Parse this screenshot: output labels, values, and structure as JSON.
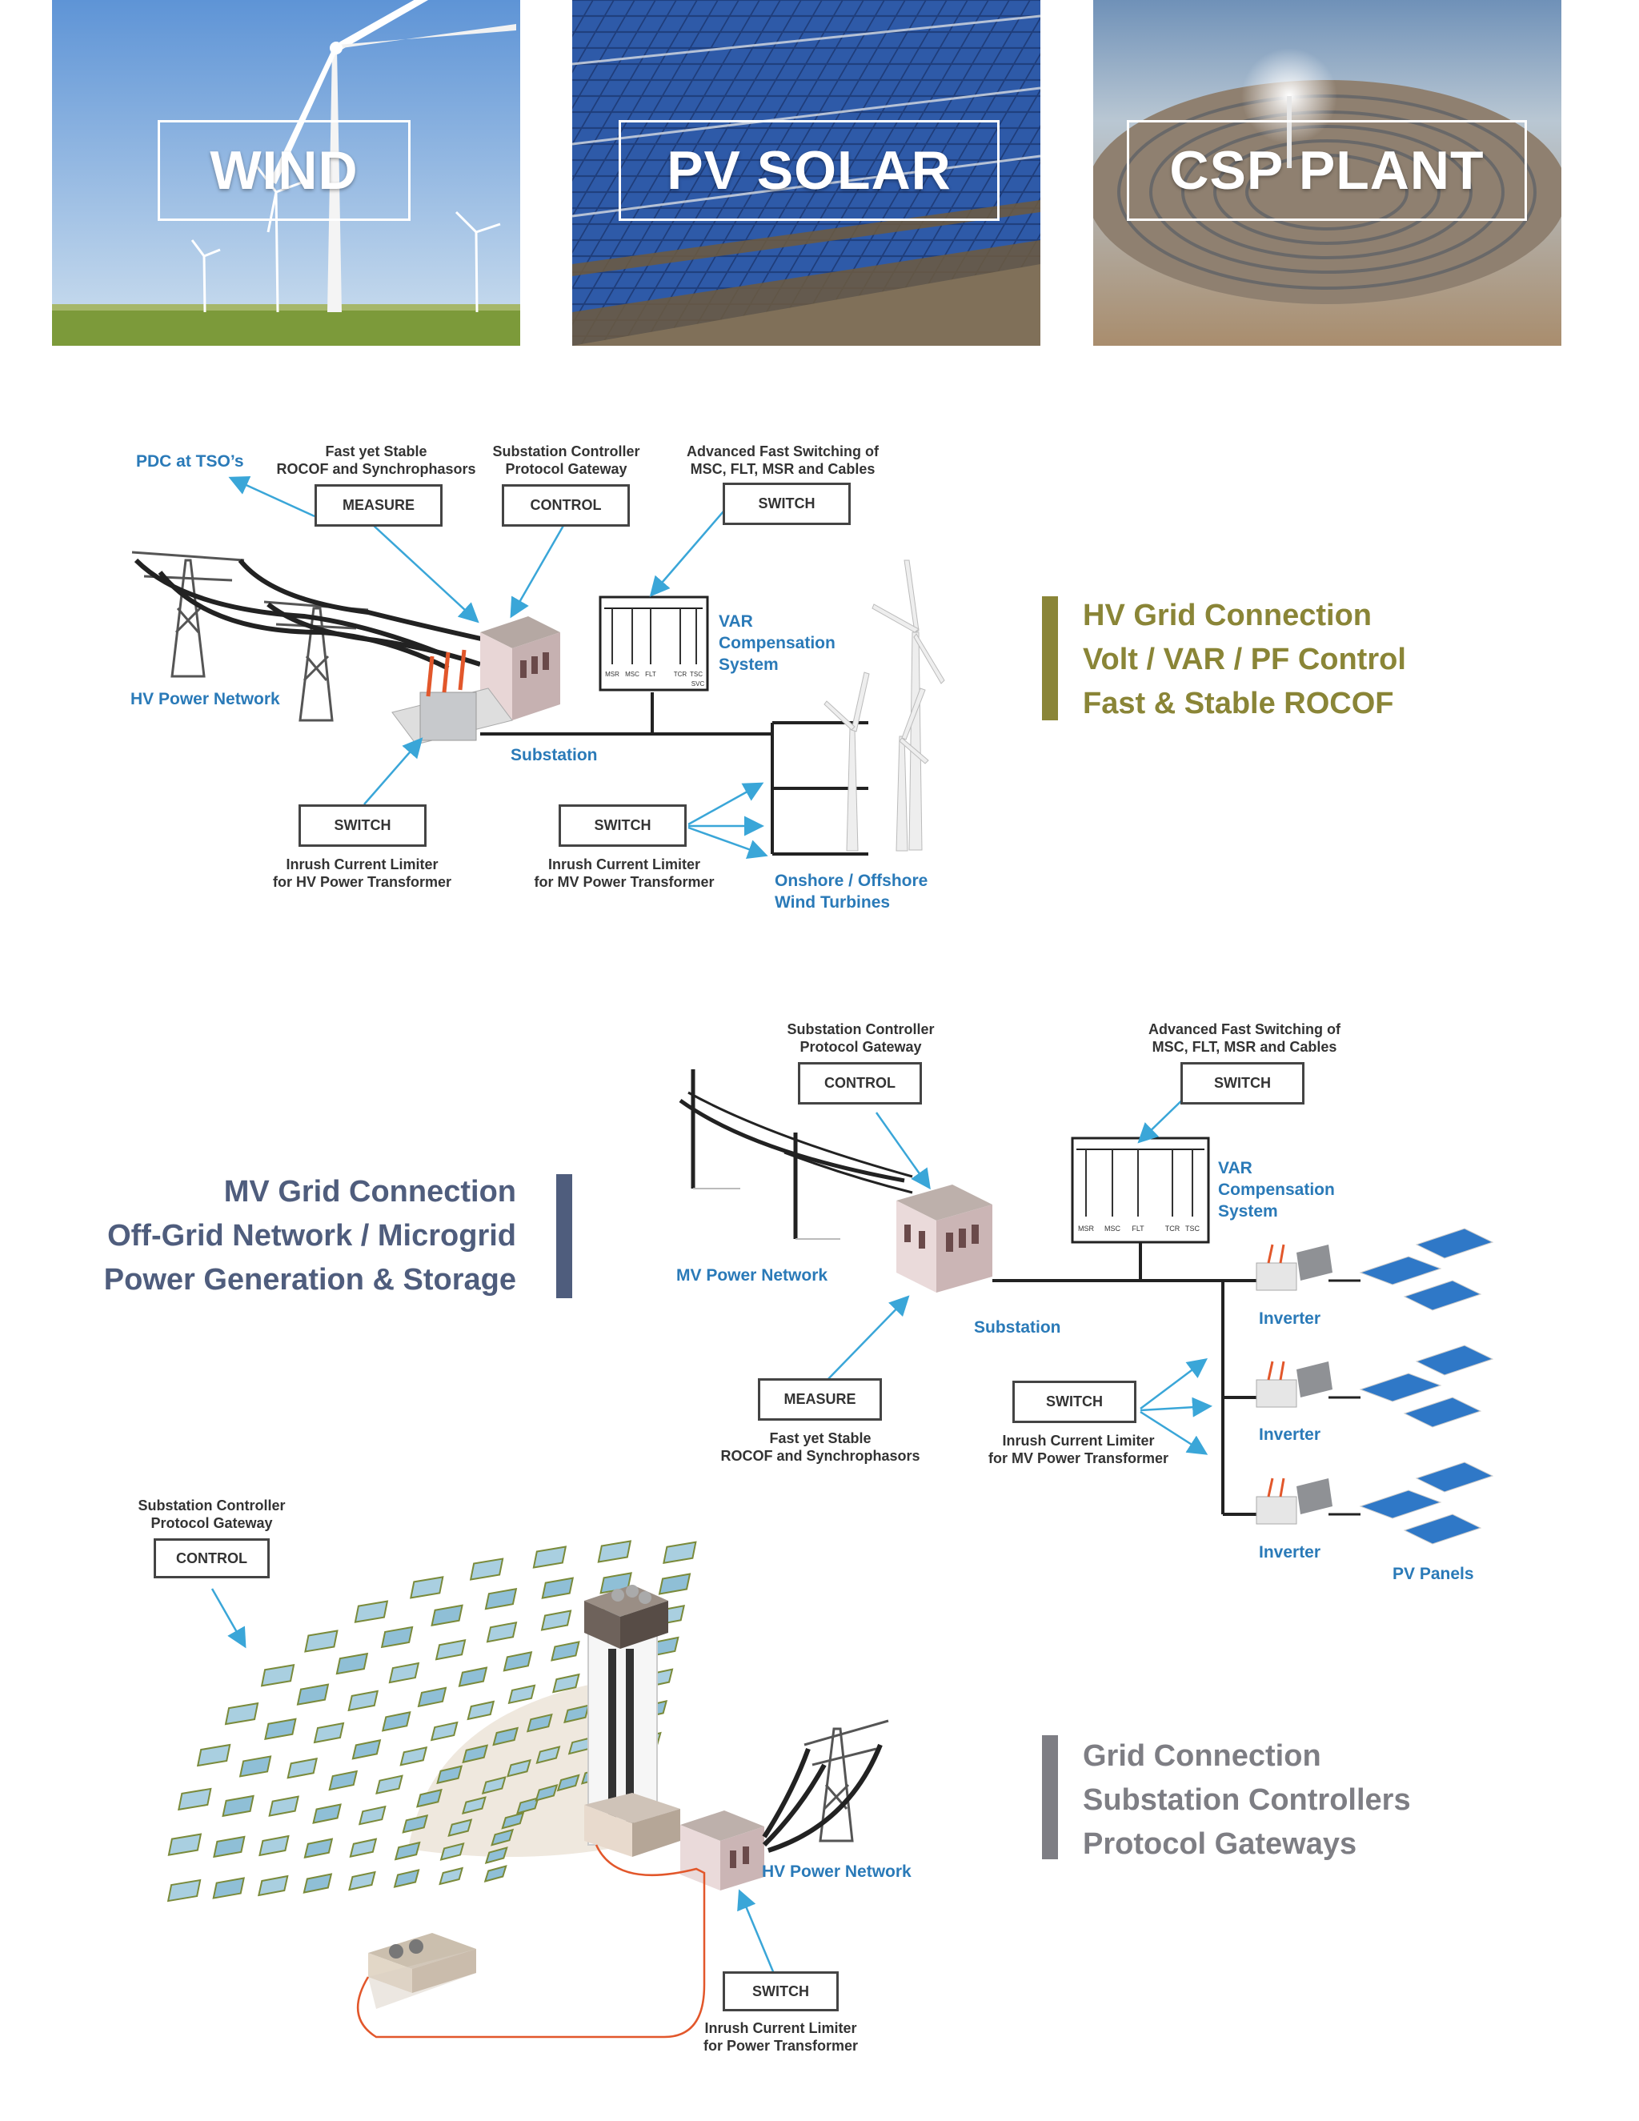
{
  "tiles": [
    {
      "label": "WIND"
    },
    {
      "label": "PV SOLAR"
    },
    {
      "label": "CSP PLANT"
    }
  ],
  "hv": {
    "pdc": "PDC at TSO’s",
    "measure_caption": "Fast yet Stable\nROCOF and Synchrophasors",
    "measure_btn": "MEASURE",
    "control_caption": "Substation Controller\nProtocol Gateway",
    "control_btn": "CONTROL",
    "switch_top_caption": "Advanced Fast Switching of\nMSC, FLT, MSR and Cables",
    "switch_top_btn": "SWITCH",
    "var_label": "VAR\nCompensation\nSystem",
    "svc_tags": [
      "MSR",
      "MSC",
      "FLT",
      "TCR",
      "TSC"
    ],
    "svc": "SVC",
    "network": "HV Power Network",
    "substation": "Substation",
    "switch_hv_btn": "SWITCH",
    "switch_hv_caption": "Inrush Current Limiter\nfor HV Power Transformer",
    "switch_mv_btn": "SWITCH",
    "switch_mv_caption": "Inrush Current Limiter\nfor MV Power Transformer",
    "turbines": "Onshore / Offshore\nWind Turbines",
    "features": [
      "HV Grid Connection",
      "Volt / VAR / PF Control",
      "Fast & Stable ROCOF"
    ]
  },
  "mv": {
    "features": [
      "MV Grid Connection",
      "Off-Grid Network / Microgrid",
      "Power Generation & Storage"
    ],
    "control_caption": "Substation Controller\nProtocol Gateway",
    "control_btn": "CONTROL",
    "switch_top_caption": "Advanced Fast Switching of\nMSC, FLT, MSR and Cables",
    "switch_top_btn": "SWITCH",
    "var_label": "VAR\nCompensation\nSystem",
    "svc_tags": [
      "MSR",
      "MSC",
      "FLT",
      "TCR",
      "TSC"
    ],
    "network": "MV Power Network",
    "substation": "Substation",
    "measure_btn": "MEASURE",
    "measure_caption": "Fast yet Stable\nROCOF and Synchrophasors",
    "switch_btn": "SWITCH",
    "switch_caption": "Inrush Current Limiter\nfor MV Power Transformer",
    "inverters": [
      "Inverter",
      "Inverter",
      "Inverter"
    ],
    "pv_panels": "PV Panels"
  },
  "csp": {
    "control_caption": "Substation Controller\nProtocol Gateway",
    "control_btn": "CONTROL",
    "network": "HV Power Network",
    "switch_btn": "SWITCH",
    "switch_caption": "Inrush Current Limiter\nfor Power Transformer",
    "features": [
      "Grid Connection",
      "Substation Controllers",
      "Protocol Gateways"
    ]
  },
  "colors": {
    "accent_blue": "#2a7ab8",
    "olive": "#8a8537",
    "slate": "#4f5d7d",
    "gray": "#7e7e84",
    "arrow": "#3aa6d8"
  }
}
